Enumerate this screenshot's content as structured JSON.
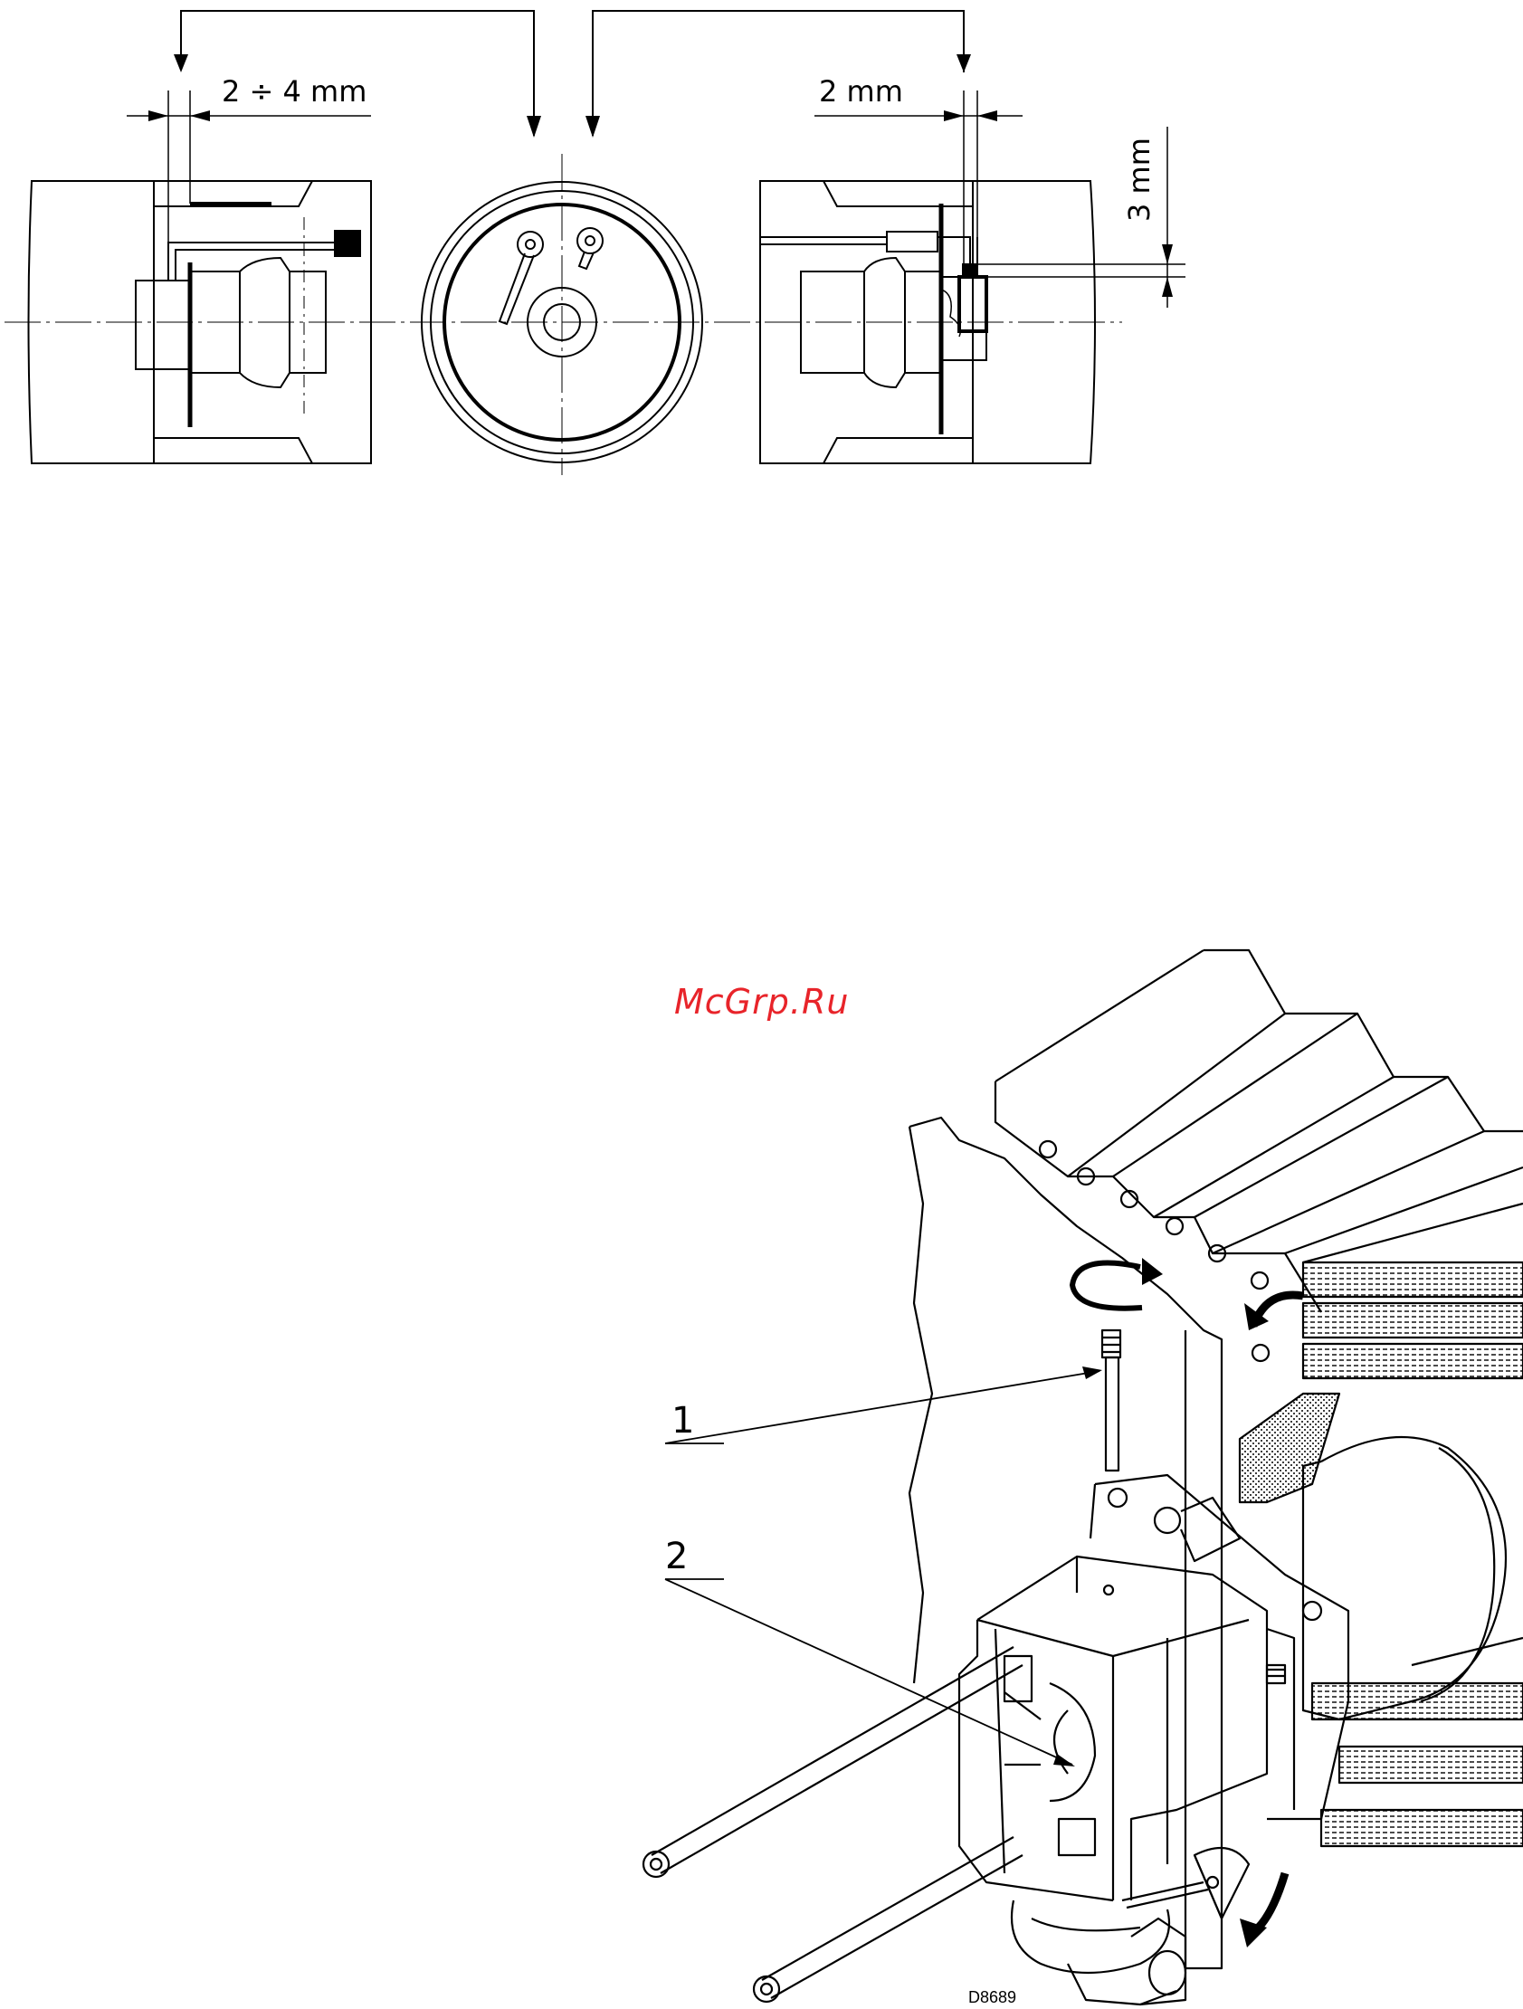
{
  "top_diagram": {
    "dim_left": "2 ÷ 4 mm",
    "dim_right_horizontal": "2 mm",
    "dim_right_vertical": "3 mm"
  },
  "bottom_diagram": {
    "watermark": "McGrp.Ru",
    "callout_1": "1",
    "callout_2": "2",
    "drawing_code": "D8689"
  }
}
